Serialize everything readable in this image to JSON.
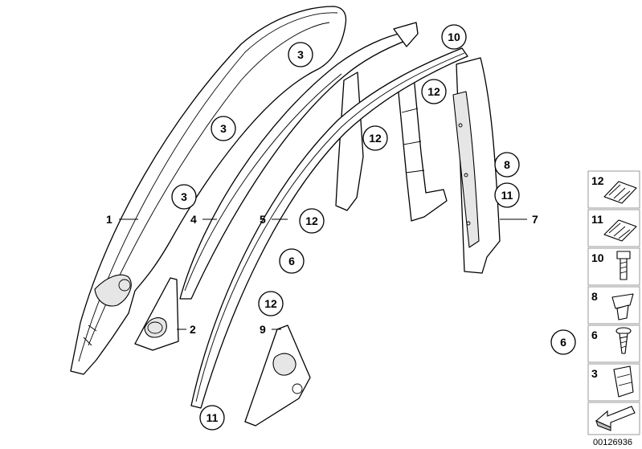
{
  "part_labels": {
    "p1": "1",
    "p2": "2",
    "p3": "3",
    "p4": "4",
    "p5": "5",
    "p6": "6",
    "p7": "7",
    "p8": "8",
    "p9": "9",
    "p10": "10",
    "p11": "11",
    "p12": "12"
  },
  "legend": {
    "items": [
      "12",
      "11",
      "10",
      "8",
      "6",
      "3"
    ],
    "side_callout": "6"
  },
  "doc_id": "00126936",
  "icons": {
    "arrow": "arrow-icon"
  }
}
